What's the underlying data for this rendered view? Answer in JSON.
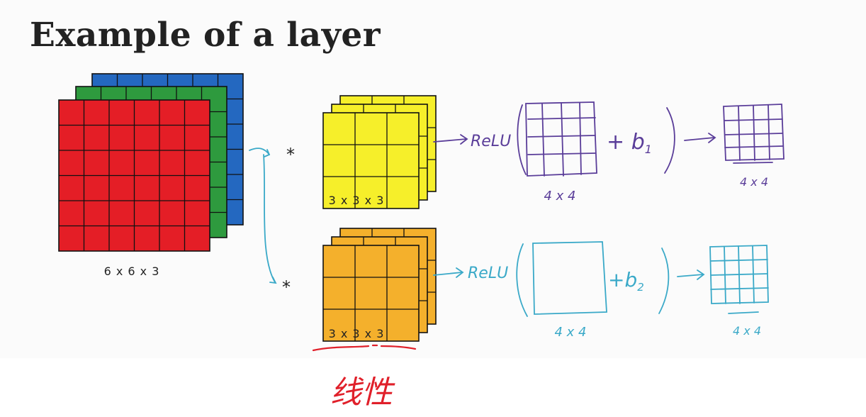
{
  "title": "Example of a layer",
  "input": {
    "label": "6 x 6 x 3",
    "channel_colors": [
      "#2468c0",
      "#2e9a3e",
      "#e41e26"
    ]
  },
  "filters": [
    {
      "label": "3 x 3 x 3",
      "color": "#f6ef2a",
      "op": "*",
      "activation": "ReLU",
      "output_label": "4 x 4",
      "bias": "b",
      "bias_sub": "1",
      "result_label": "4 x 4",
      "ink": "#5a3d99"
    },
    {
      "label": "3 x 3 x 3",
      "color": "#f4b02c",
      "op": "*",
      "activation": "ReLU",
      "output_label": "4 x 4",
      "bias": "b",
      "bias_sub": "2",
      "result_label": "4 x 4",
      "ink": "#3aa9c8"
    }
  ],
  "annotation": {
    "text": "线性",
    "color": "#e0202a"
  }
}
